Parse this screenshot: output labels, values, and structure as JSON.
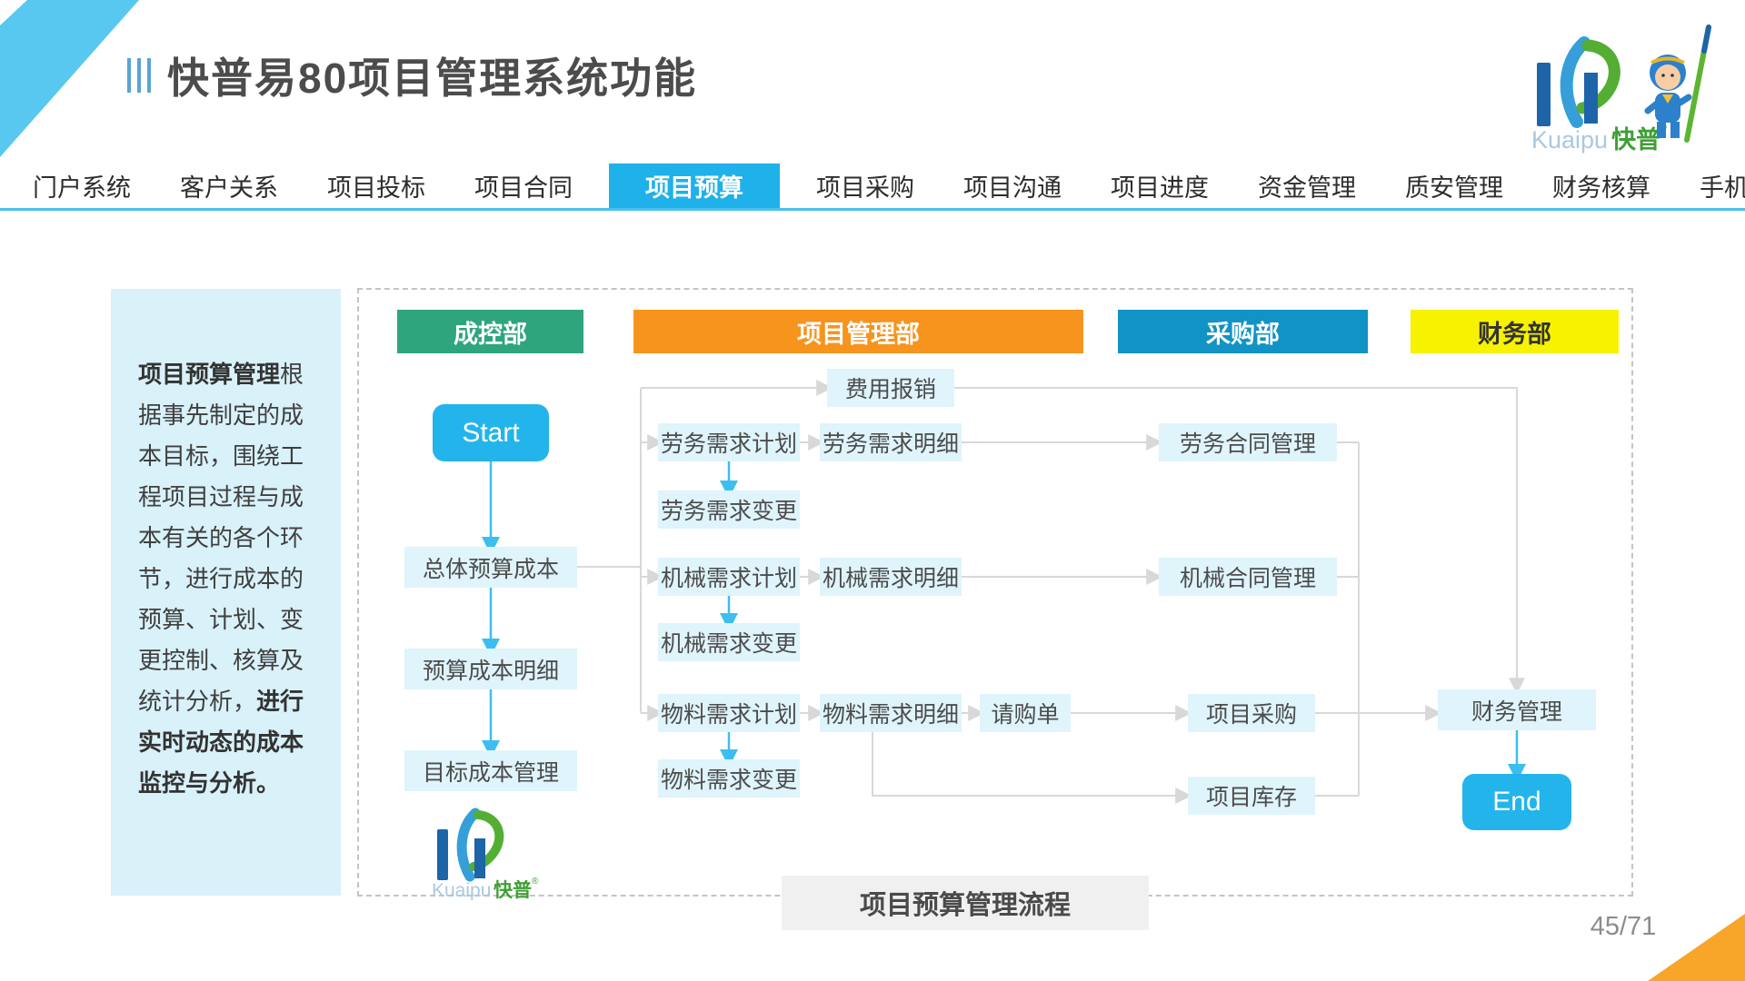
{
  "header": {
    "title": "快普易80项目管理系统功能",
    "logo": {
      "latin": "Kuaipu",
      "cn": "快普",
      "reg": "®"
    }
  },
  "nav": {
    "items": [
      {
        "label": "门户系统",
        "active": false
      },
      {
        "label": "客户关系",
        "active": false
      },
      {
        "label": "项目投标",
        "active": false
      },
      {
        "label": "项目合同",
        "active": false
      },
      {
        "label": "项目预算",
        "active": true
      },
      {
        "label": "项目采购",
        "active": false
      },
      {
        "label": "项目沟通",
        "active": false
      },
      {
        "label": "项目进度",
        "active": false
      },
      {
        "label": "资金管理",
        "active": false
      },
      {
        "label": "质安管理",
        "active": false
      },
      {
        "label": "财务核算",
        "active": false
      },
      {
        "label": "手机APP",
        "active": false
      }
    ],
    "active_tab_color": "#1fb1ea",
    "underline_color": "#49c2ee"
  },
  "sidebar": {
    "lead_bold": "项目预算管理",
    "body": "根据事先制定的成本目标，围绕工程项目过程与成本有关的各个环节，进行成本的预算、计划、变更控制、核算及统计分析，",
    "tail_bold": "进行实时动态的成本监控与分析。"
  },
  "flow": {
    "departments": [
      {
        "label": "成控部",
        "color": "#2fa57e"
      },
      {
        "label": "项目管理部",
        "color": "#f7941d"
      },
      {
        "label": "采购部",
        "color": "#1193c5"
      },
      {
        "label": "财务部",
        "color": "#f7f200"
      }
    ],
    "nodes": {
      "start": "Start",
      "overall_budget": "总体预算成本",
      "budget_detail": "预算成本明细",
      "target_cost": "目标成本管理",
      "expense": "费用报销",
      "labor_plan": "劳务需求计划",
      "labor_detail": "劳务需求明细",
      "labor_contract": "劳务合同管理",
      "labor_change": "劳务需求变更",
      "machine_plan": "机械需求计划",
      "machine_detail": "机械需求明细",
      "machine_contract": "机械合同管理",
      "machine_change": "机械需求变更",
      "material_plan": "物料需求计划",
      "material_detail": "物料需求明细",
      "purchase_request": "请购单",
      "project_purchase": "项目采购",
      "material_change": "物料需求变更",
      "project_inventory": "项目库存",
      "finance_mgmt": "财务管理",
      "end": "End"
    },
    "caption": "项目预算管理流程",
    "node_bg_color": "#dff4fb",
    "start_end_color": "#23b4ec",
    "arrow_blue": "#3cbef0",
    "arrow_gray": "#d8d8d8"
  },
  "footer": {
    "page_indicator": "45/71"
  }
}
